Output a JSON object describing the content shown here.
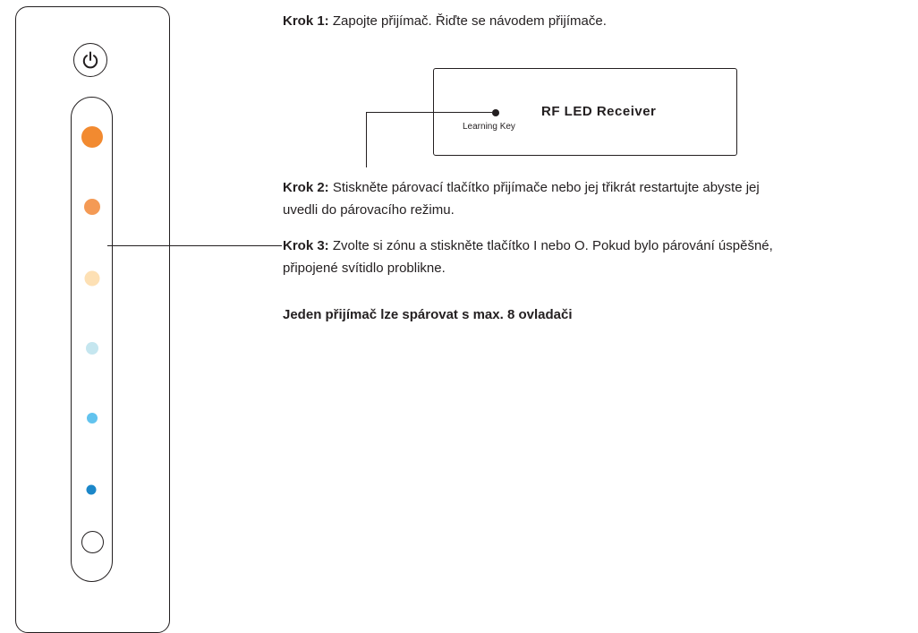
{
  "remote": {
    "power_icon": "power-icon",
    "zone_leds": [
      {
        "color": "#f28a30"
      },
      {
        "color": "#f49a55"
      },
      {
        "color": "#fde0b4"
      },
      {
        "color": "#c5e6ef"
      },
      {
        "color": "#62c3ee"
      },
      {
        "color": "#1b87c9"
      }
    ],
    "off_button_icon": "circle-icon"
  },
  "steps": {
    "step1": {
      "label": "Krok 1:",
      "text": " Zapojte přijímač. Řiďte se návodem přijímače."
    },
    "step2": {
      "label": "Krok 2:",
      "text": " Stiskněte párovací tlačítko přijímače nebo jej třikrát restartujte abyste jej",
      "text2": "uvedli do párovacího režimu."
    },
    "step3": {
      "label": "Krok 3:",
      "text": " Zvolte si zónu a stiskněte tlačítko I nebo O. Pokud bylo párování úspěšné,",
      "text2": "připojené svítidlo problikne."
    }
  },
  "receiver": {
    "title": "RF LED Receiver",
    "learning_key_label": "Learning Key"
  },
  "note": "Jeden přijímač lze spárovat s max. 8 ovladači"
}
